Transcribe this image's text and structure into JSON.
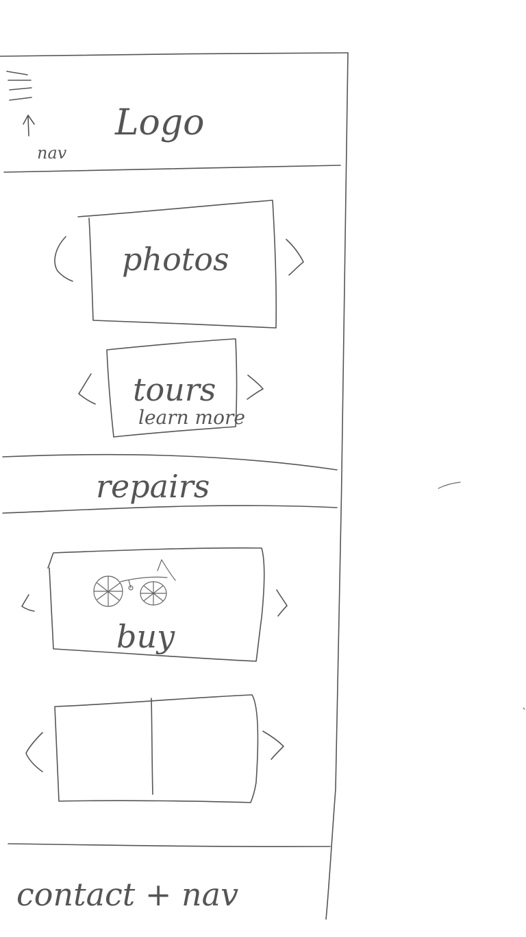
{
  "header": {
    "nav_label": "nav",
    "logo_label": "Logo"
  },
  "photos_carousel": {
    "label": "photos"
  },
  "tours_carousel": {
    "label": "tours",
    "link_label": "learn more"
  },
  "repairs": {
    "label": "repairs"
  },
  "buy_carousel": {
    "label": "buy"
  },
  "footer": {
    "label": "contact + nav"
  }
}
